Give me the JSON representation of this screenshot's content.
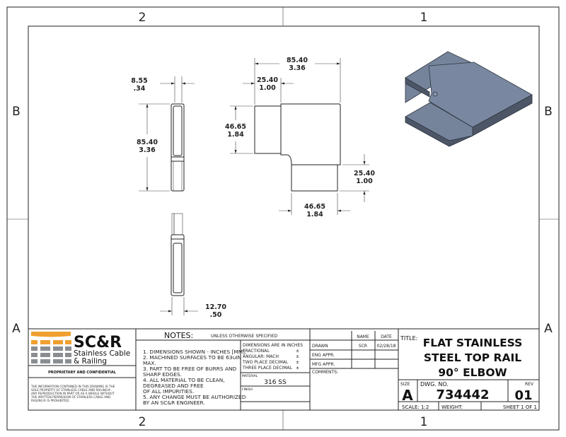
{
  "zones": {
    "top": [
      "2",
      "1"
    ],
    "bottom": [
      "2",
      "1"
    ],
    "left": [
      "B",
      "A"
    ],
    "right": [
      "B",
      "A"
    ]
  },
  "dimensions": {
    "side_width": {
      "mm": "8.55",
      "in": ".34"
    },
    "side_height": {
      "mm": "85.40",
      "in": "3.36"
    },
    "overall_width": {
      "mm": "85.40",
      "in": "3.36"
    },
    "leg_length_top": {
      "mm": "25.40",
      "in": "1.00"
    },
    "leg_height_left": {
      "mm": "46.65",
      "in": "1.84"
    },
    "leg_length_right": {
      "mm": "25.40",
      "in": "1.00"
    },
    "leg_width_bottom": {
      "mm": "46.65",
      "in": "1.84"
    },
    "bottom_view_width": {
      "mm": "12.70",
      "in": ".50"
    }
  },
  "colors": {
    "orange": "#f0a030",
    "grey": "#8a8d91",
    "part": "#6f7c91",
    "part_dark": "#4d5666"
  },
  "logo": {
    "mark": "SC&R",
    "line1": "Stainless Cable",
    "line2": "& Railing"
  },
  "proprietary": {
    "heading": "PROPRIETARY AND CONFIDENTIAL",
    "lines": [
      "THE INFORMATION CONTAINED IN THIS DRAWING IS THE",
      "SOLE PROPERTY OF STAINLESS CABLE AND RAILING®.",
      "ANY REPRODUCTION IN PART OR AS A WHOLE WITHOUT",
      "THE WRITTEN PERMISSION OF STAINLESS CABLE AND",
      "RAILING® IS PROHIBITED."
    ]
  },
  "notes": {
    "heading": "NOTES:",
    "subheading": "UNLESS OTHERWISE SPECIFIED",
    "lines": [
      "1. DIMENSIONS SHOWN - INCHES [MM].",
      "2. MACHINED SURFACES TO BE 63uIN",
      "MAX.",
      "3. PART TO BE FREE OF BURRS AND",
      "SHARP EDGES.",
      "4. ALL MATERIAL TO BE CLEAN,",
      "DEGREASED AND FREE",
      "OF ALL IMPURITIES.",
      "5. ANY CHANGE MUST BE AUTHORIZED",
      "BY AN SC&R ENGINEER."
    ]
  },
  "tolerances": {
    "heading": "DIMENSIONS ARE IN INCHES",
    "rows": [
      "FRACTIONAL",
      "ANGULAR: MACH",
      "TWO PLACE DECIMAL",
      "THREE PLACE DECIMAL"
    ],
    "pm": "±"
  },
  "material": {
    "label": "MATERIAL",
    "value": "316 SS"
  },
  "finish": {
    "label": "FINISH"
  },
  "approvals": {
    "name_header": "NAME",
    "date_header": "DATE",
    "drawn": "DRAWN",
    "drawn_name": "SCR",
    "drawn_date": "02/28/18",
    "eng": "ENG APPR.",
    "mfg": "MFG APPR.",
    "comments": "COMMENTS:"
  },
  "title_block": {
    "title_label": "TITLE:",
    "title_lines": [
      "FLAT STAINLESS",
      "STEEL TOP RAIL",
      "90° ELBOW"
    ],
    "size_label": "SIZE",
    "size": "A",
    "dwg_label": "DWG.  NO.",
    "dwg_no": "734442",
    "rev_label": "REV",
    "rev": "01",
    "scale": "SCALE: 1:2",
    "weight": "WEIGHT:",
    "sheet": "SHEET 1 OF 1"
  }
}
